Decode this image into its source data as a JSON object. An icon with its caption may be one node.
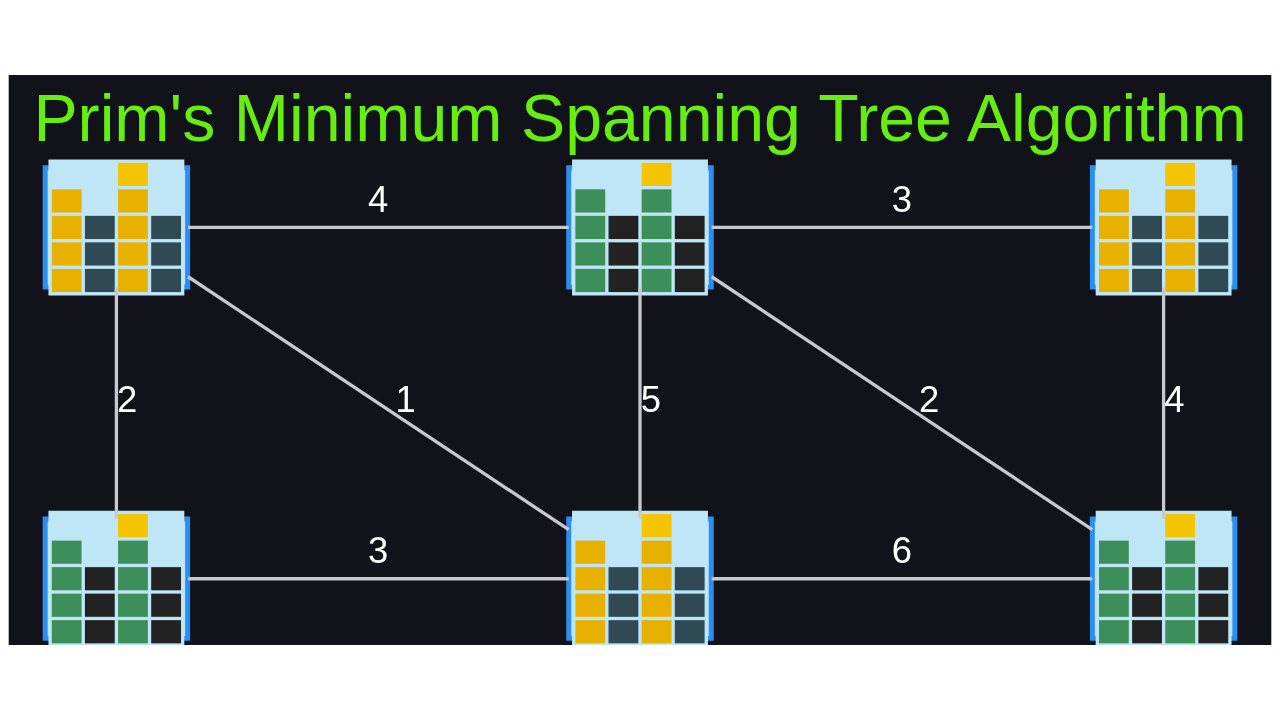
{
  "diagram": {
    "title": "Prim's Minimum Spanning Tree Algorithm",
    "nodes": [
      {
        "text": [],
        "shape": "picture"
      },
      {
        "text": [],
        "shape": "picture"
      },
      {
        "text": [],
        "shape": "picture"
      },
      {
        "text": [],
        "shape": "picture"
      },
      {
        "text": [],
        "shape": "picture"
      },
      {
        "text": [],
        "shape": "picture"
      }
    ],
    "edges": [
      {
        "from": 0,
        "to": 1,
        "arrow": "none",
        "label": "4"
      },
      {
        "from": 1,
        "to": 2,
        "arrow": "none",
        "label": "3"
      },
      {
        "from": 0,
        "to": 3,
        "arrow": "none",
        "label": "2"
      },
      {
        "from": 0,
        "to": 4,
        "arrow": "none",
        "label": "1"
      },
      {
        "from": 1,
        "to": 4,
        "arrow": "none",
        "label": "5"
      },
      {
        "from": 1,
        "to": 5,
        "arrow": "none",
        "label": "2"
      },
      {
        "from": 2,
        "to": 5,
        "arrow": "none",
        "label": "4"
      },
      {
        "from": 3,
        "to": 4,
        "arrow": "none",
        "label": "3"
      },
      {
        "from": 4,
        "to": 5,
        "arrow": "none",
        "label": "6"
      }
    ]
  }
}
